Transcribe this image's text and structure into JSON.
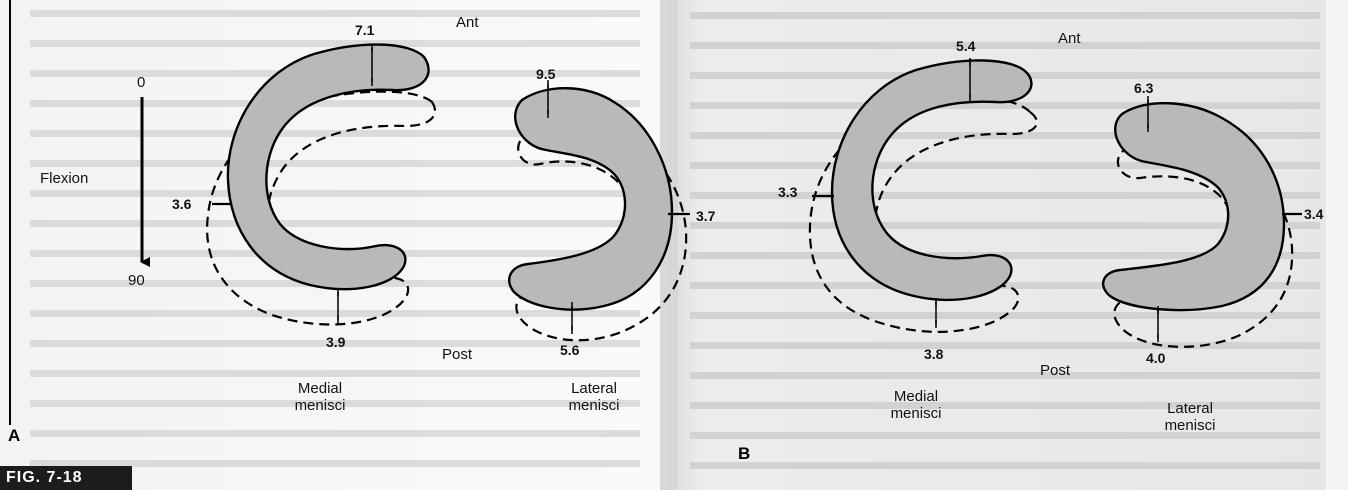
{
  "figure": {
    "label": "FIG. 7-18",
    "panels": [
      {
        "letter": "A",
        "ant": "Ant",
        "post": "Post",
        "flexion": {
          "label": "Flexion",
          "start": "0",
          "end": "90"
        },
        "medial": {
          "caption_line1": "Medial",
          "caption_line2": "menisci",
          "ant_value": "7.1",
          "side_value": "3.6",
          "post_value": "3.9"
        },
        "lateral": {
          "caption_line1": "Lateral",
          "caption_line2": "menisci",
          "ant_value": "9.5",
          "side_value": "3.7",
          "post_value": "5.6"
        }
      },
      {
        "letter": "B",
        "ant": "Ant",
        "post": "Post",
        "medial": {
          "caption_line1": "Medial",
          "caption_line2": "menisci",
          "ant_value": "5.4",
          "side_value": "3.3",
          "post_value": "3.8"
        },
        "lateral": {
          "caption_line1": "Lateral",
          "caption_line2": "menisci",
          "ant_value": "6.3",
          "side_value": "3.4",
          "post_value": "4.0"
        }
      }
    ]
  },
  "colors": {
    "meniscus_fill": "#b9b9b9",
    "outline": "#000000",
    "label_bg": "#1c1c1c"
  }
}
